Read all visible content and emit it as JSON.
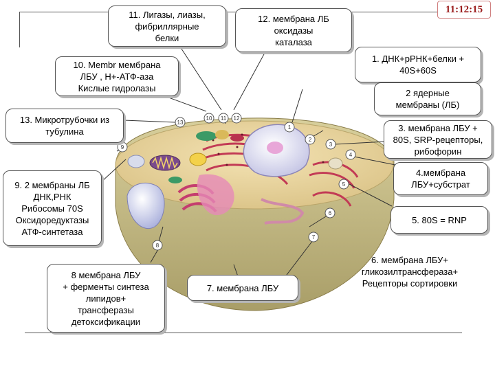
{
  "timer": "11:12:15",
  "labels": {
    "l11": "11. Лигазы, лиазы,\nфибриллярные\nбелки",
    "l12": "12. мембрана ЛБ\nоксидазы\nкаталаза",
    "l10": "10. Membr мембрана\nЛБУ , Н+-АТФ-аза\nКислые гидролазы",
    "l13": "13. Микротрубочки из\nтубулина",
    "l1": "1. ДНК+рРНК+белки +\n40S+60S",
    "l2": "2 ядерные\nмембраны (ЛБ)",
    "l3": "3. мембрана ЛБУ +\n80S, SRP-рецепторы,\nрибофорин",
    "l4": "4.мембрана\nЛБУ+субстрат",
    "l9": "9. 2 мембраны ЛБ\nДНК,РНК\nРибосомы 70S\nОксидоредуктазы\nАТФ-синтетаза",
    "l5": "5. 80S = RNP",
    "l8": "8 мембрана ЛБУ\n+ ферменты синтеза\nлипидов+\nтрансферазы\nдетоксификации",
    "l7": "7. мембрана ЛБУ",
    "l6": "6. мембрана ЛБУ+\nгликозилтрансфераза+\nРецепторы сортировки"
  },
  "markers": [
    "1",
    "2",
    "3",
    "4",
    "5",
    "6",
    "7",
    "8",
    "9",
    "10",
    "11",
    "12",
    "13"
  ]
}
